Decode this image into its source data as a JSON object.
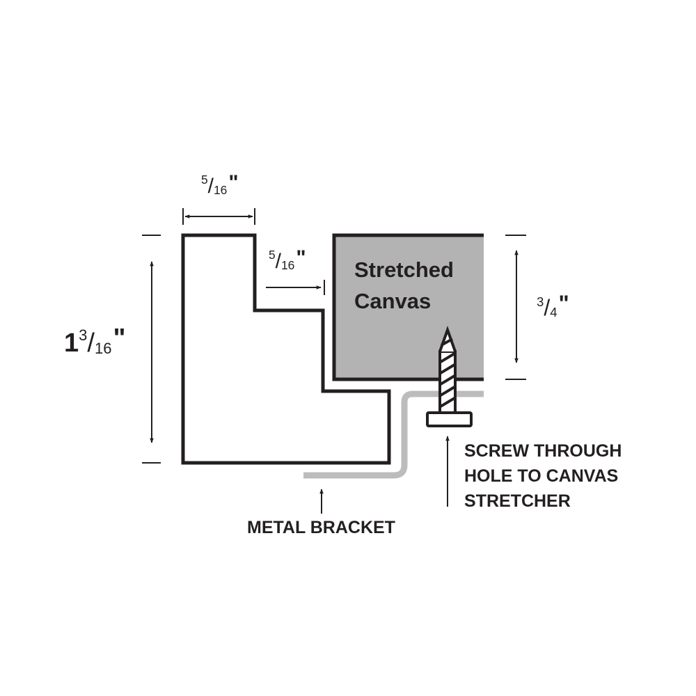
{
  "dimensions": {
    "top_width": {
      "numerator": "5",
      "denominator": "16",
      "unit": "\""
    },
    "rabbet_depth": {
      "numerator": "5",
      "denominator": "16",
      "unit": "\""
    },
    "frame_height": {
      "whole": "1",
      "numerator": "3",
      "denominator": "16",
      "unit": "\""
    },
    "canvas_depth": {
      "numerator": "3",
      "denominator": "4",
      "unit": "\""
    }
  },
  "canvas": {
    "line1": "Stretched",
    "line2": "Canvas"
  },
  "labels": {
    "metal_bracket": "METAL BRACKET",
    "screw_line1": "SCREW THROUGH",
    "screw_line2": "HOLE TO CANVAS",
    "screw_line3": "STRETCHER"
  },
  "colors": {
    "ink": "#231f20",
    "canvas_fill": "#b3b3b3",
    "bracket": "#bcbcbc",
    "background": "#ffffff"
  }
}
